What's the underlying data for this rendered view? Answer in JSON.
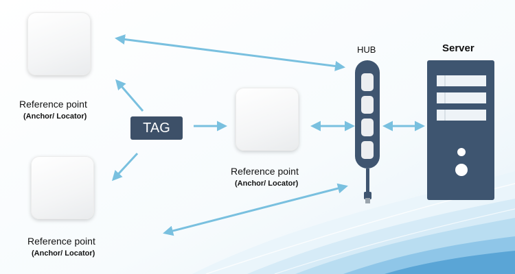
{
  "nodes": {
    "anchor_top_left": {
      "label": "Reference point",
      "sub": "(Anchor/ Locator)"
    },
    "anchor_center": {
      "label": "Reference point",
      "sub": "(Anchor/ Locator)"
    },
    "anchor_bottom_left": {
      "label": "Reference point",
      "sub": "(Anchor/ Locator)"
    },
    "tag": {
      "label": "TAG"
    },
    "hub": {
      "label": "HUB"
    },
    "server": {
      "label": "Server"
    }
  },
  "colors": {
    "arrow": "#79c0df",
    "tag_bg": "#3d5068",
    "server_body": "#3e5570",
    "wave_light": "#d8ecf8",
    "wave_mid": "#9fcde9",
    "wave_dark": "#5aa5d6"
  }
}
